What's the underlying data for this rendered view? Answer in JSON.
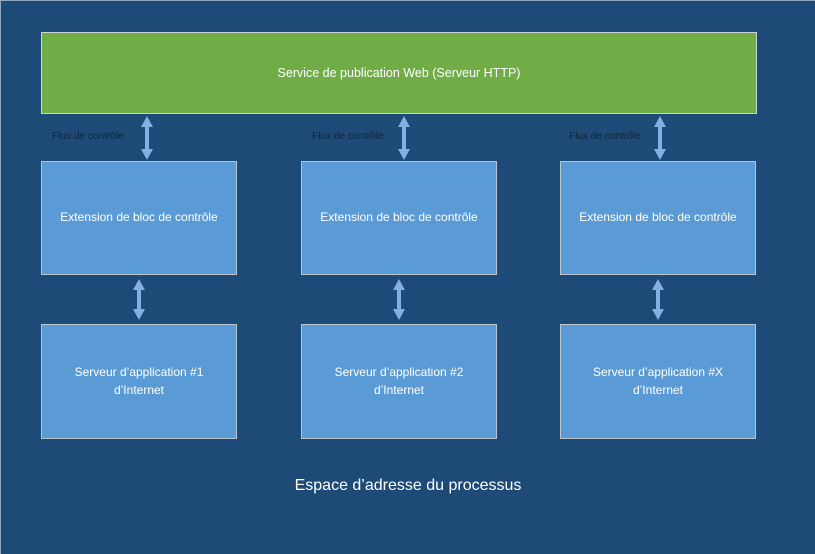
{
  "diagram": {
    "background_color": "#1d4a77",
    "caption": "Espace d’adresse du processus",
    "web_service": {
      "label": "Service de publication Web (Serveur HTTP)",
      "color": "#70ad47"
    },
    "columns": [
      {
        "extension_label": "Extension de bloc de contrôle",
        "server_label": "Serveur d’application #1\nd’Internet",
        "flow_label": "Flux de contrôle",
        "color": "#5b9bd5"
      },
      {
        "extension_label": "Extension de bloc de contrôle",
        "server_label": "Serveur d’application #2\nd’Internet",
        "flow_label": "Flux de contrôle",
        "color": "#5b9bd5"
      },
      {
        "extension_label": "Extension de bloc de contrôle",
        "server_label": "Serveur d’application #X\nd’Internet",
        "flow_label": "Flux de contrôle",
        "color": "#5b9bd5"
      }
    ],
    "arrow_color": "#7fb2e0"
  }
}
